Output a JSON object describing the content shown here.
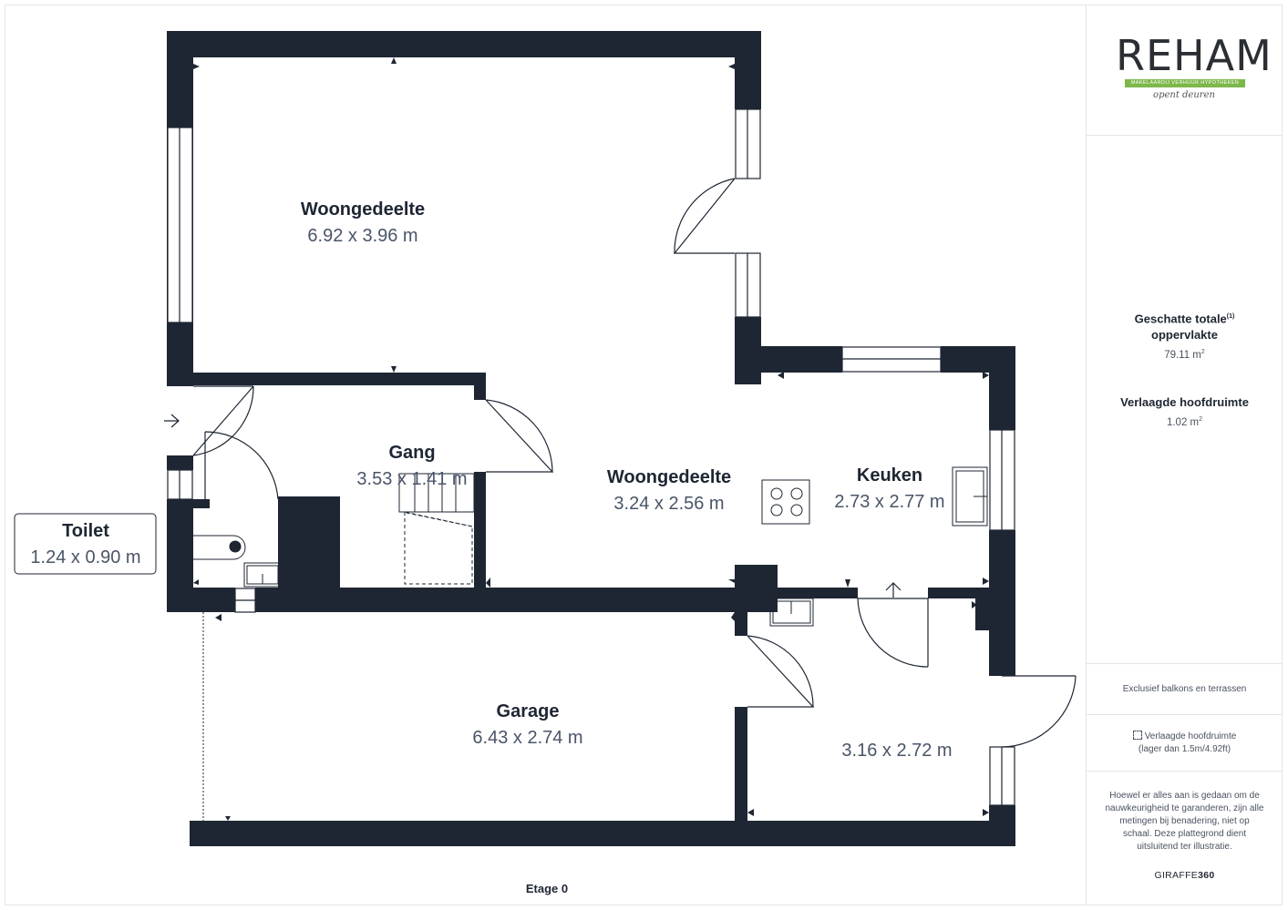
{
  "rooms": [
    {
      "name": "Woongedeelte",
      "dims": "6.92 x 3.96 m"
    },
    {
      "name": "Gang",
      "dims": "3.53 x 1.41 m"
    },
    {
      "name": "Woongedeelte",
      "dims": "3.24 x 2.56 m"
    },
    {
      "name": "Keuken",
      "dims": "2.73 x 2.77 m"
    },
    {
      "name": "Toilet",
      "dims": "1.24 x 0.90 m"
    },
    {
      "name": "Garage",
      "dims": "6.43 x 2.74 m"
    },
    {
      "name": "",
      "dims": "3.16 x 2.72 m"
    }
  ],
  "floor_label": "Etage 0",
  "sidebar": {
    "logo": {
      "word": "REHAM",
      "tagline": "MAKELAARDIJ VERHUUR HYPOTHEKEN",
      "script": "opent deuren",
      "accent_color": "#7cb84a"
    },
    "total_area_label_1": "Geschatte totale",
    "total_area_footnote": "(1)",
    "total_area_label_2": "oppervlakte",
    "total_area_value": "79.11 m",
    "total_area_unit_sup": "2",
    "reduced_label": "Verlaagde hoofdruimte",
    "reduced_value": "1.02 m",
    "reduced_unit_sup": "2",
    "note_exclusive": "Exclusief balkons en terrassen",
    "legend_line_1": "Verlaagde hoofdruimte",
    "legend_line_2": "(lager dan 1.5m/4.92ft)",
    "disclaimer": "Hoewel er alles aan is gedaan om de nauwkeurigheid te garanderen, zijn alle metingen bij benadering, niet op schaal. Deze plattegrond dient uitsluitend ter illustratie.",
    "brand_prefix": "GIRAFFE",
    "brand_suffix": "360"
  },
  "colors": {
    "wall": "#1e2633",
    "text_dim": "#4a5568",
    "divider": "#e3e5e8"
  }
}
